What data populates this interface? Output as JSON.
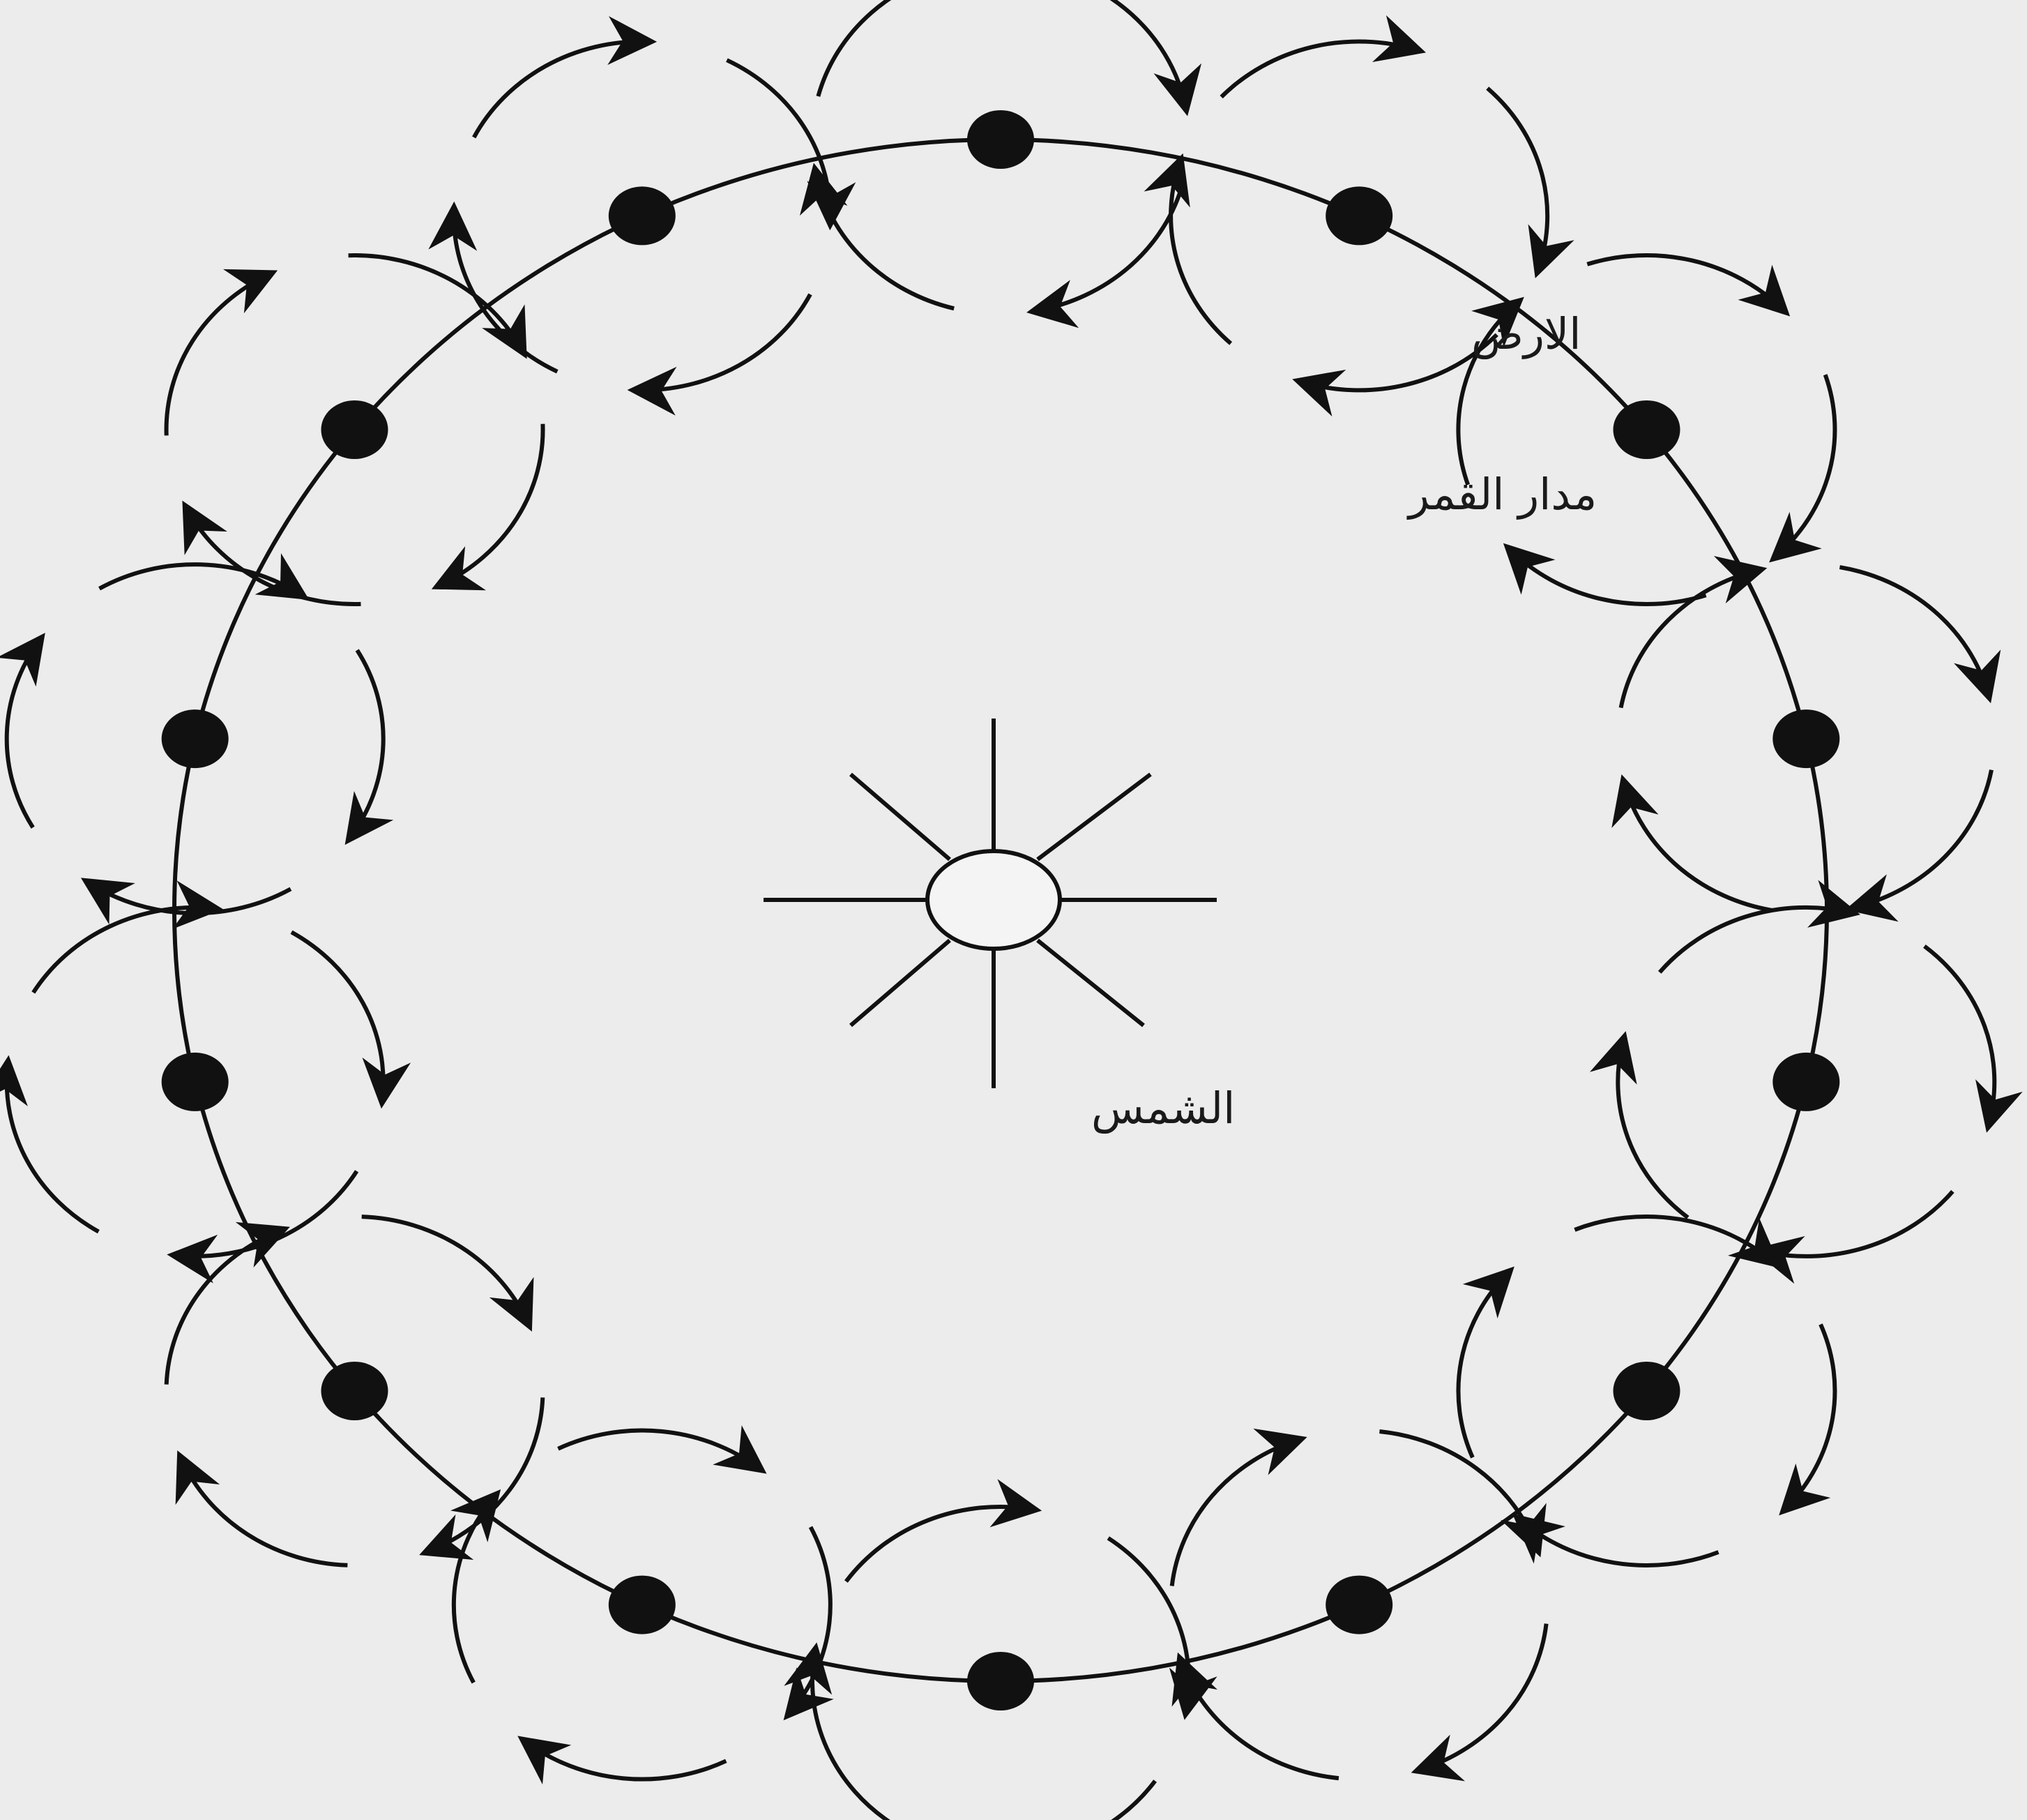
{
  "labels": {
    "earth": "الارض",
    "moon_orbit": "مدار القمر",
    "sun": "الشمس"
  },
  "colors": {
    "ink": "#111111",
    "paper": "#ececec"
  },
  "earth_positions_count": 14
}
